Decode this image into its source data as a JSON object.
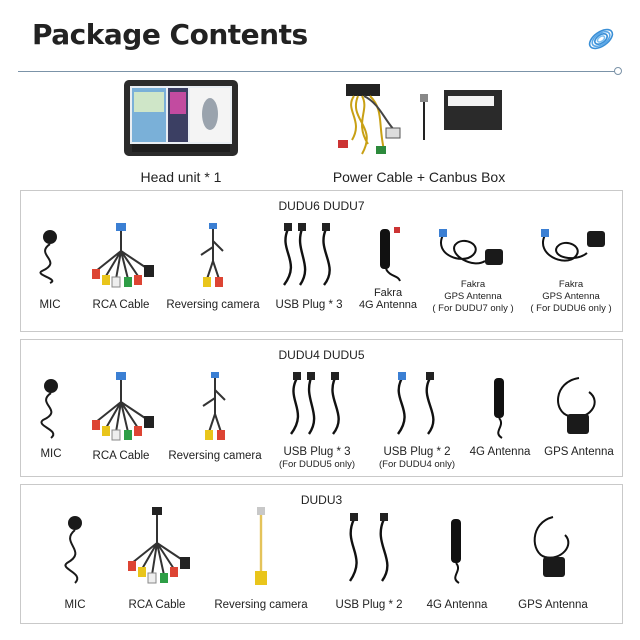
{
  "title": "Package Contents",
  "top": {
    "head_unit": "Head unit * 1",
    "power_cable": "Power Cable + Canbus Box"
  },
  "panel1": {
    "title": "DUDU6  DUDU7",
    "items": [
      {
        "label": "MIC"
      },
      {
        "label": "RCA Cable"
      },
      {
        "label": "Reversing camera"
      },
      {
        "label": "USB Plug * 3"
      },
      {
        "label": "Fakra",
        "label2": "4G Antenna"
      },
      {
        "label": "Fakra",
        "label2": "GPS Antenna",
        "note": "( For DUDU7 only )"
      },
      {
        "label": "Fakra",
        "label2": "GPS Antenna",
        "note": "( For DUDU6 only )"
      }
    ]
  },
  "panel2": {
    "title": "DUDU4  DUDU5",
    "items": [
      {
        "label": "MIC"
      },
      {
        "label": "RCA Cable"
      },
      {
        "label": "Reversing camera"
      },
      {
        "label": "USB Plug * 3",
        "note": "(For DUDU5 only)"
      },
      {
        "label": "USB Plug * 2",
        "note": "(For DUDU4 only)"
      },
      {
        "label": "4G Antenna"
      },
      {
        "label": "GPS Antenna"
      }
    ]
  },
  "panel3": {
    "title": "DUDU3",
    "items": [
      {
        "label": "MIC"
      },
      {
        "label": "RCA Cable"
      },
      {
        "label": "Reversing camera"
      },
      {
        "label": "USB Plug * 2"
      },
      {
        "label": "4G Antenna"
      },
      {
        "label": "GPS Antenna"
      }
    ]
  },
  "colors": {
    "accent": "#3a8fd6",
    "rule": "#7b93a8",
    "border": "#c9c9c9"
  }
}
